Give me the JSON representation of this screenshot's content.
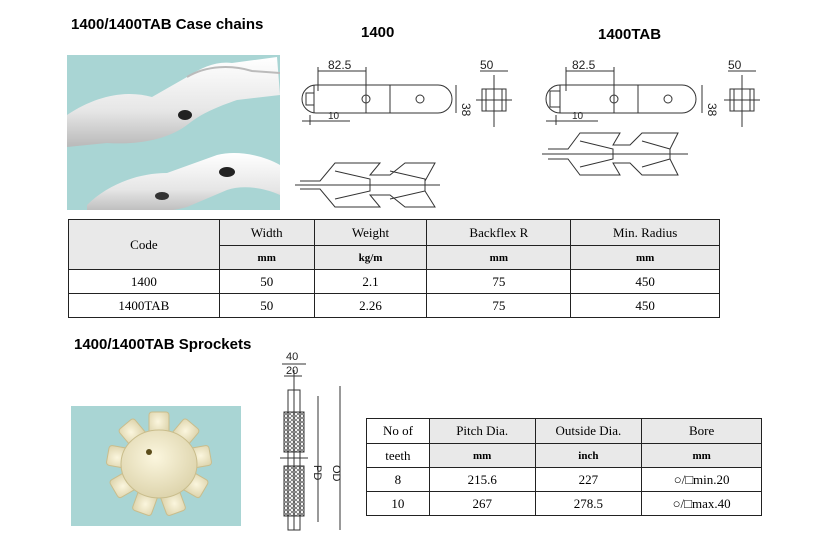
{
  "chain_section": {
    "title": "1400/1400TAB Case chains",
    "label_1400": "1400",
    "label_1400tab": "1400TAB",
    "dims": {
      "pitch": "82.5",
      "width": "50",
      "height": "38",
      "offset": "10"
    }
  },
  "chain_table": {
    "headers": {
      "code": "Code",
      "width": "Width",
      "weight": "Weight",
      "backflex": "Backflex R",
      "radius": "Min. Radius"
    },
    "units": {
      "width": "mm",
      "weight": "kg/m",
      "backflex": "mm",
      "radius": "mm"
    },
    "rows": [
      {
        "code": "1400",
        "width": "50",
        "weight": "2.1",
        "backflex": "75",
        "radius": "450"
      },
      {
        "code": "1400TAB",
        "width": "50",
        "weight": "2.26",
        "backflex": "75",
        "radius": "450"
      }
    ]
  },
  "sprocket_section": {
    "title": "1400/1400TAB Sprockets",
    "dims": {
      "hub": "40",
      "face": "20",
      "pd": "PD",
      "od": "OD"
    }
  },
  "sprocket_table": {
    "headers": {
      "teeth_line1": "No of",
      "teeth_line2": "teeth",
      "pitch": "Pitch Dia.",
      "outside": "Outside Dia.",
      "bore": "Bore"
    },
    "units": {
      "pitch": "mm",
      "outside": "inch",
      "bore": "mm"
    },
    "rows": [
      {
        "teeth": "8",
        "pitch": "215.6",
        "outside": "227",
        "bore": "○/□min.20"
      },
      {
        "teeth": "10",
        "pitch": "267",
        "outside": "278.5",
        "bore": "○/□max.40"
      }
    ]
  },
  "colors": {
    "photo_bg": "#a9d5d4",
    "chain_plastic": "#ececec",
    "sprocket_plastic": "#f3ecd0"
  }
}
